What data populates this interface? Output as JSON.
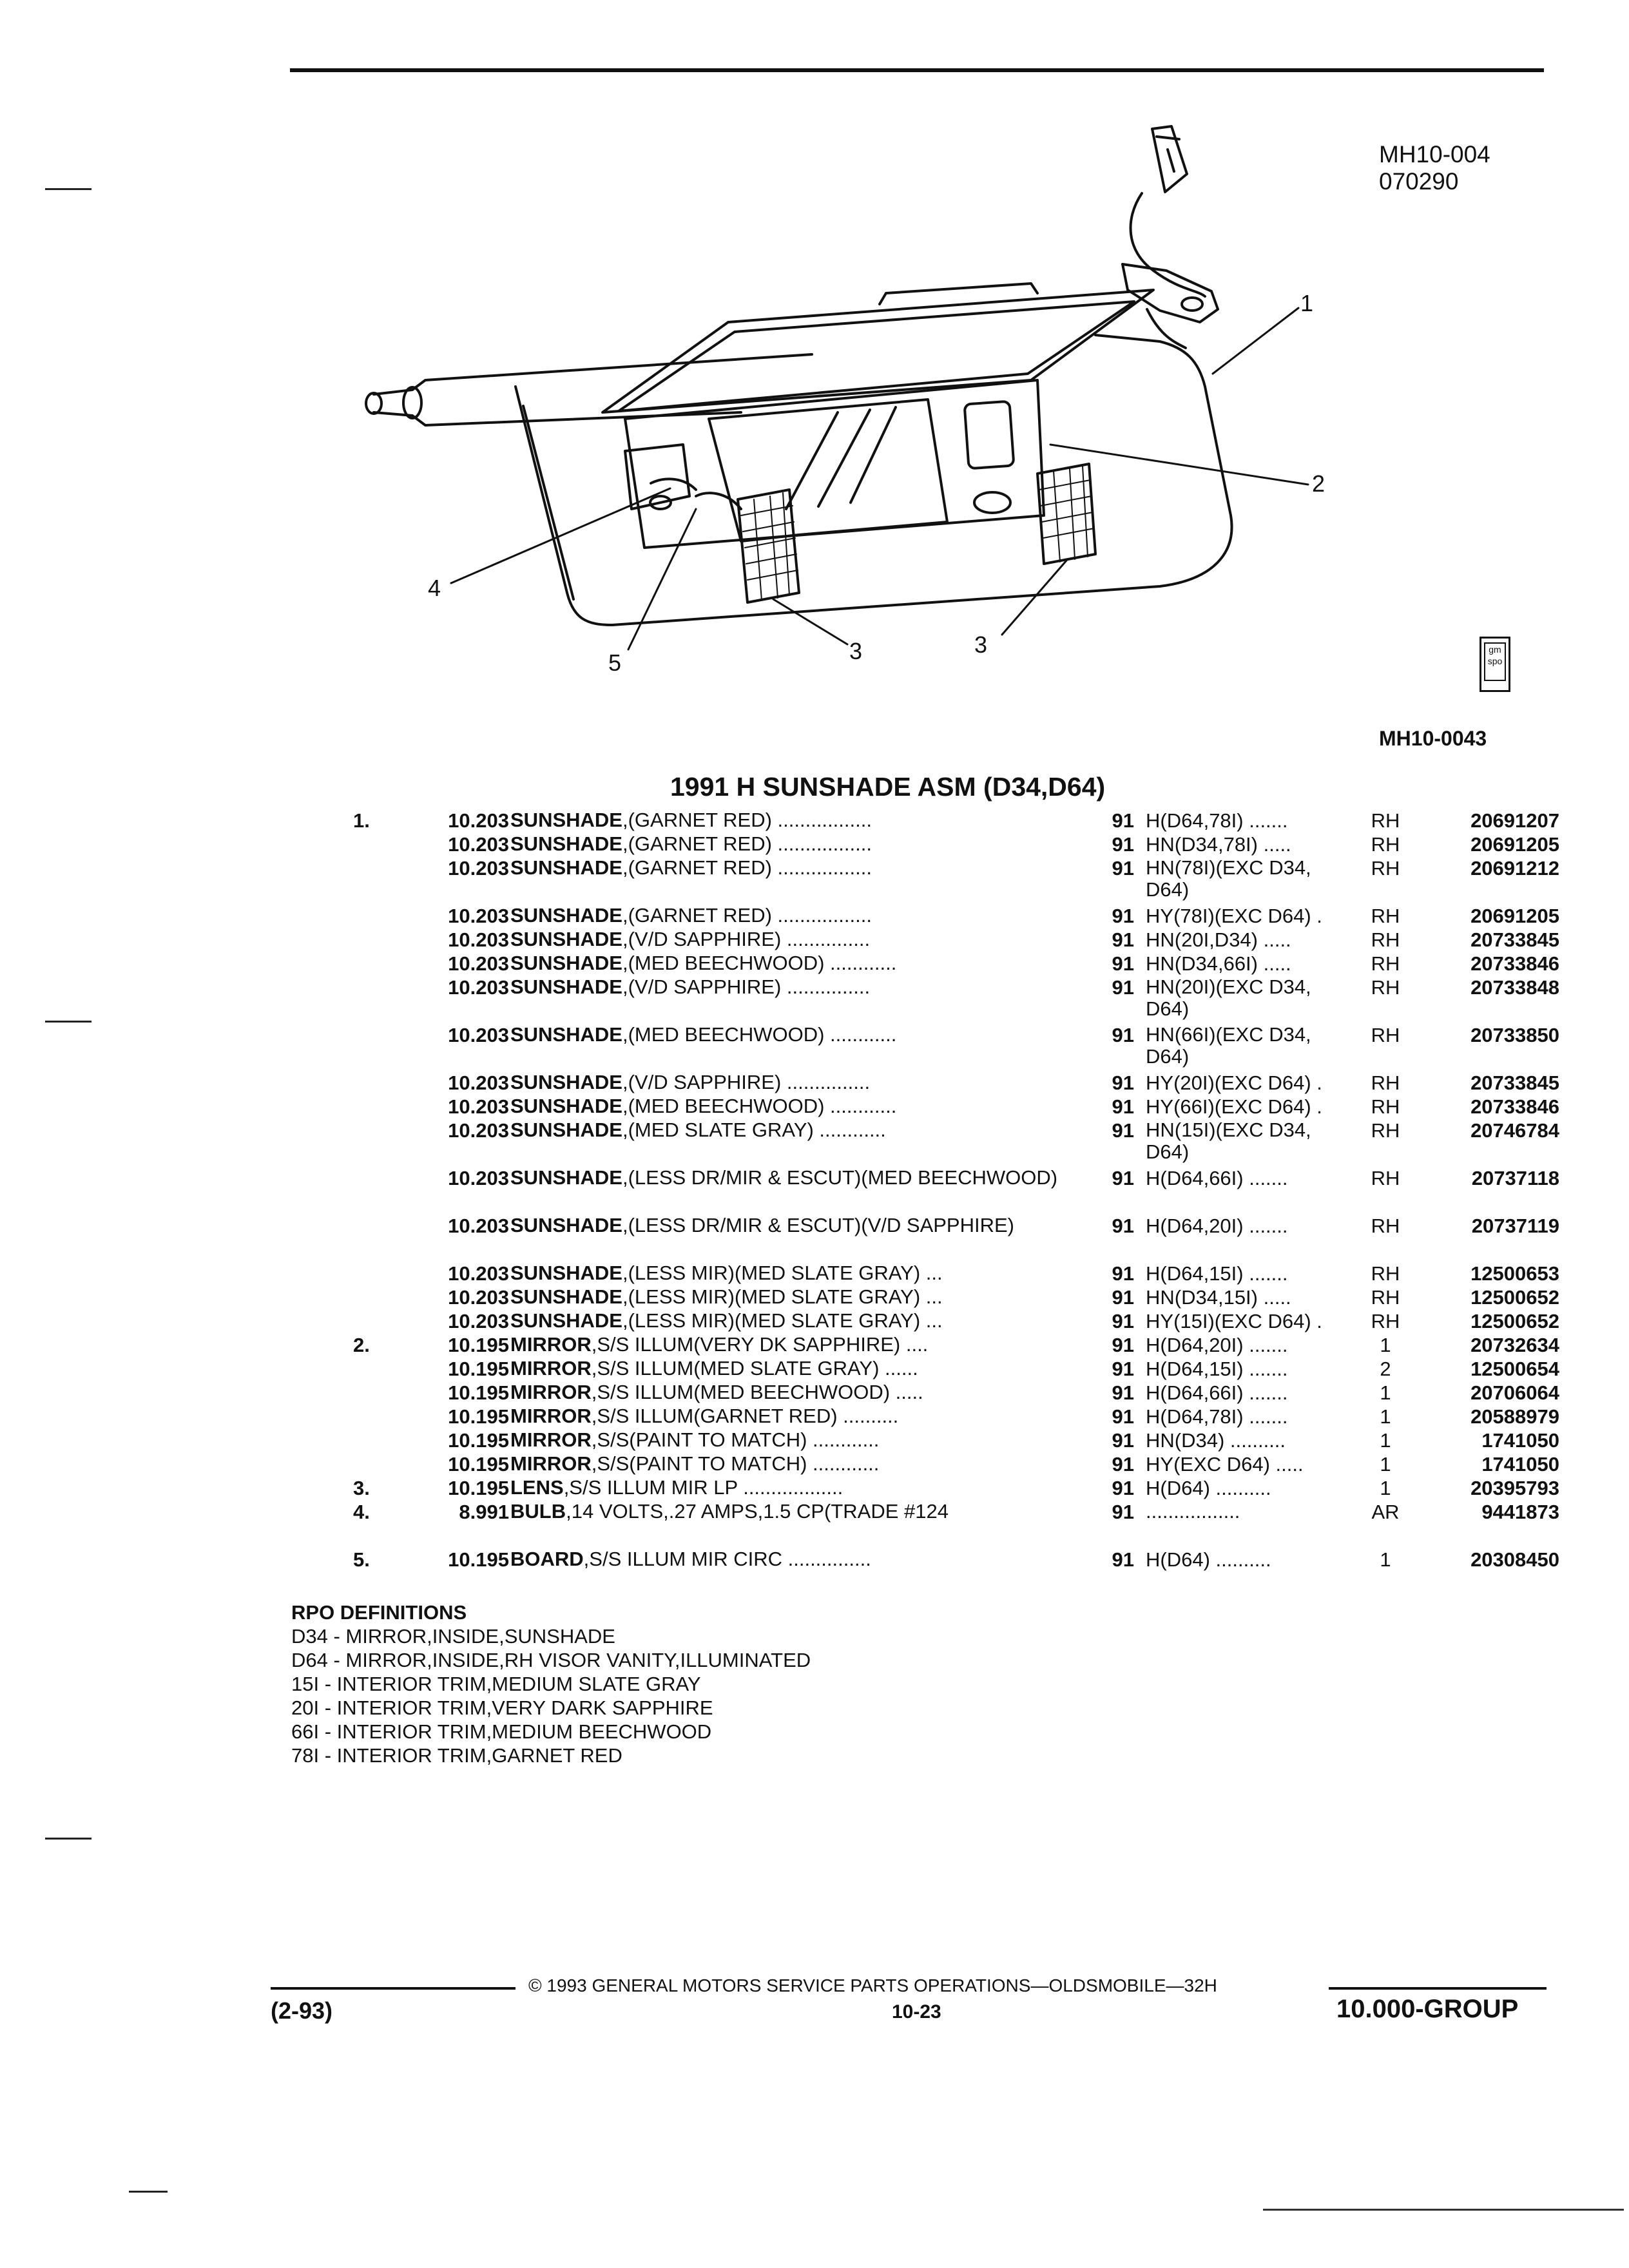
{
  "header": {
    "ref_code": "MH10-004",
    "ref_date": "070290",
    "fig_code": "MH10-0043"
  },
  "figure": {
    "callouts": [
      "1",
      "2",
      "3",
      "3",
      "4",
      "5"
    ],
    "logo_text": "gm spo"
  },
  "section_title": "1991 H SUNSHADE ASM (D34,D64)",
  "parts": [
    {
      "item": "1.",
      "group": "10.203",
      "name": "SUNSHADE",
      "desc": ",(GARNET RED)",
      "dots": " .................",
      "year": "91",
      "model": "H(D64,78I) .......",
      "qty": "RH",
      "part": "20691207"
    },
    {
      "item": "",
      "group": "10.203",
      "name": "SUNSHADE",
      "desc": ",(GARNET RED)",
      "dots": " .................",
      "year": "91",
      "model": "HN(D34,78I) .....",
      "qty": "RH",
      "part": "20691205"
    },
    {
      "item": "",
      "group": "10.203",
      "name": "SUNSHADE",
      "desc": ",(GARNET RED)",
      "dots": " .................",
      "year": "91",
      "model": "HN(78I)(EXC D34, D64)",
      "qty": "RH",
      "part": "20691212"
    },
    {
      "item": "",
      "group": "10.203",
      "name": "SUNSHADE",
      "desc": ",(GARNET RED)",
      "dots": " .................",
      "year": "91",
      "model": "HY(78I)(EXC D64) .",
      "qty": "RH",
      "part": "20691205"
    },
    {
      "item": "",
      "group": "10.203",
      "name": "SUNSHADE",
      "desc": ",(V/D SAPPHIRE)",
      "dots": " ...............",
      "year": "91",
      "model": "HN(20I,D34) .....",
      "qty": "RH",
      "part": "20733845"
    },
    {
      "item": "",
      "group": "10.203",
      "name": "SUNSHADE",
      "desc": ",(MED BEECHWOOD)",
      "dots": " ............",
      "year": "91",
      "model": "HN(D34,66I) .....",
      "qty": "RH",
      "part": "20733846"
    },
    {
      "item": "",
      "group": "10.203",
      "name": "SUNSHADE",
      "desc": ",(V/D SAPPHIRE)",
      "dots": " ...............",
      "year": "91",
      "model": "HN(20I)(EXC D34, D64)",
      "qty": "RH",
      "part": "20733848"
    },
    {
      "item": "",
      "group": "10.203",
      "name": "SUNSHADE",
      "desc": ",(MED BEECHWOOD)",
      "dots": " ............",
      "year": "91",
      "model": "HN(66I)(EXC D34, D64)",
      "qty": "RH",
      "part": "20733850"
    },
    {
      "item": "",
      "group": "10.203",
      "name": "SUNSHADE",
      "desc": ",(V/D SAPPHIRE)",
      "dots": " ...............",
      "year": "91",
      "model": "HY(20I)(EXC D64) .",
      "qty": "RH",
      "part": "20733845"
    },
    {
      "item": "",
      "group": "10.203",
      "name": "SUNSHADE",
      "desc": ",(MED BEECHWOOD)",
      "dots": " ............",
      "year": "91",
      "model": "HY(66I)(EXC D64) .",
      "qty": "RH",
      "part": "20733846"
    },
    {
      "item": "",
      "group": "10.203",
      "name": "SUNSHADE",
      "desc": ",(MED SLATE GRAY)",
      "dots": " ............",
      "year": "91",
      "model": "HN(15I)(EXC D34, D64)",
      "qty": "RH",
      "part": "20746784"
    },
    {
      "item": "",
      "group": "10.203",
      "name": "SUNSHADE",
      "desc": ",(LESS DR/MIR & ESCUT)(MED BEECHWOOD)",
      "dots": "",
      "year": "91",
      "model": "H(D64,66I) .......",
      "qty": "RH",
      "part": "20737118"
    },
    {
      "item": "",
      "group": "10.203",
      "name": "SUNSHADE",
      "desc": ",(LESS DR/MIR & ESCUT)(V/D SAPPHIRE)",
      "dots": "",
      "year": "91",
      "model": "H(D64,20I) .......",
      "qty": "RH",
      "part": "20737119"
    },
    {
      "item": "",
      "group": "10.203",
      "name": "SUNSHADE",
      "desc": ",(LESS MIR)(MED SLATE GRAY)",
      "dots": " ...",
      "year": "91",
      "model": "H(D64,15I) .......",
      "qty": "RH",
      "part": "12500653"
    },
    {
      "item": "",
      "group": "10.203",
      "name": "SUNSHADE",
      "desc": ",(LESS MIR)(MED SLATE GRAY)",
      "dots": " ...",
      "year": "91",
      "model": "HN(D34,15I) .....",
      "qty": "RH",
      "part": "12500652"
    },
    {
      "item": "",
      "group": "10.203",
      "name": "SUNSHADE",
      "desc": ",(LESS MIR)(MED SLATE GRAY)",
      "dots": " ...",
      "year": "91",
      "model": "HY(15I)(EXC D64) .",
      "qty": "RH",
      "part": "12500652"
    },
    {
      "item": "2.",
      "group": "10.195",
      "name": "MIRROR",
      "desc": ",S/S ILLUM(VERY DK SAPPHIRE)",
      "dots": " ....",
      "year": "91",
      "model": "H(D64,20I) .......",
      "qty": "1",
      "part": "20732634"
    },
    {
      "item": "",
      "group": "10.195",
      "name": "MIRROR",
      "desc": ",S/S ILLUM(MED SLATE GRAY)",
      "dots": " ......",
      "year": "91",
      "model": "H(D64,15I) .......",
      "qty": "2",
      "part": "12500654"
    },
    {
      "item": "",
      "group": "10.195",
      "name": "MIRROR",
      "desc": ",S/S ILLUM(MED BEECHWOOD)",
      "dots": " .....",
      "year": "91",
      "model": "H(D64,66I) .......",
      "qty": "1",
      "part": "20706064"
    },
    {
      "item": "",
      "group": "10.195",
      "name": "MIRROR",
      "desc": ",S/S ILLUM(GARNET RED)",
      "dots": " ..........",
      "year": "91",
      "model": "H(D64,78I) .......",
      "qty": "1",
      "part": "20588979"
    },
    {
      "item": "",
      "group": "10.195",
      "name": "MIRROR",
      "desc": ",S/S(PAINT TO MATCH)",
      "dots": " ............",
      "year": "91",
      "model": "HN(D34) ..........",
      "qty": "1",
      "part": "1741050"
    },
    {
      "item": "",
      "group": "10.195",
      "name": "MIRROR",
      "desc": ",S/S(PAINT TO MATCH)",
      "dots": " ............",
      "year": "91",
      "model": "HY(EXC D64) .....",
      "qty": "1",
      "part": "1741050"
    },
    {
      "item": "3.",
      "group": "10.195",
      "name": "LENS",
      "desc": ",S/S ILLUM MIR LP",
      "dots": " ..................",
      "year": "91",
      "model": "H(D64) ..........",
      "qty": "1",
      "part": "20395793"
    },
    {
      "item": "4.",
      "group": "8.991",
      "name": "BULB",
      "desc": ",14 VOLTS,.27 AMPS,1.5 CP(TRADE #124",
      "dots": "",
      "year": "91",
      "model": ".................",
      "qty": "AR",
      "part": "9441873"
    },
    {
      "item": "5.",
      "group": "10.195",
      "name": "BOARD",
      "desc": ",S/S ILLUM MIR CIRC",
      "dots": " ...............",
      "year": "91",
      "model": "H(D64) ..........",
      "qty": "1",
      "part": "20308450"
    }
  ],
  "rpo": {
    "heading": "RPO DEFINITIONS",
    "lines": [
      "D34 - MIRROR,INSIDE,SUNSHADE",
      "D64 - MIRROR,INSIDE,RH VISOR VANITY,ILLUMINATED",
      "15I - INTERIOR TRIM,MEDIUM SLATE GRAY",
      "20I - INTERIOR TRIM,VERY DARK SAPPHIRE",
      "66I - INTERIOR TRIM,MEDIUM BEECHWOOD",
      "78I - INTERIOR TRIM,GARNET RED"
    ]
  },
  "footer": {
    "copyright": "© 1993 GENERAL MOTORS SERVICE PARTS OPERATIONS—OLDSMOBILE—32H",
    "page": "10-23",
    "date": "(2-93)",
    "group": "10.000-GROUP"
  }
}
